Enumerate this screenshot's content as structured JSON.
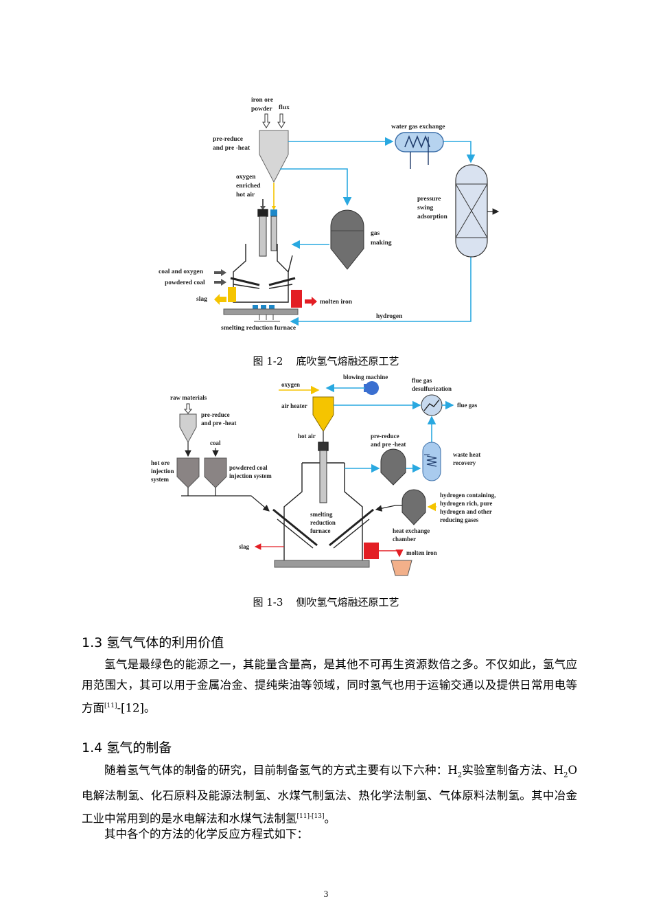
{
  "figure1": {
    "labels": {
      "iron_ore_1": "iron ore",
      "iron_ore_2": "powder",
      "flux": "flux",
      "pre_reduce_1": "pre-reduce",
      "pre_reduce_2": "and pre -heat",
      "water_gas_exchange": "water gas exchange",
      "oxygen_1": "oxygen",
      "oxygen_2": "enriched",
      "oxygen_3": "hot air",
      "pressure_1": "pressure",
      "pressure_2": "swing",
      "pressure_3": "adsorption",
      "gas_1": "gas",
      "gas_2": "making",
      "coal_and_oxygen": "coal and oxygen",
      "powdered_coal": "powdered coal",
      "slag": "slag",
      "molten_iron": "molten iron",
      "hydrogen": "hydrogen",
      "smelting_furnace": "smelting reduction furnace"
    },
    "caption_num": "图 1-2",
    "caption_text": "底吹氢气熔融还原工艺"
  },
  "figure2": {
    "labels": {
      "oxygen": "oxygen",
      "blowing_machine": "blowing machine",
      "flue_gas_desulf_1": "flue gas",
      "flue_gas_desulf_2": "desulfurization",
      "flue_gas": "flue gas",
      "air_heater": "air heater",
      "raw_materials": "raw materials",
      "pre_reduce_1": "pre-reduce",
      "pre_reduce_2": "and pre -heat",
      "coal": "coal",
      "hot_air": "hot air",
      "pre_reduce_b1": "pre-reduce",
      "pre_reduce_b2": "and pre -heat",
      "waste_heat_1": "waste heat",
      "waste_heat_2": "recovery",
      "hot_ore_1": "hot ore",
      "hot_ore_2": "injection",
      "hot_ore_3": "system",
      "powdered_coal_1": "powdered  coal",
      "powdered_coal_2": "injection system",
      "hydrogen_1": "hydrogen containing,",
      "hydrogen_2": "hydrogen rich, pure",
      "hydrogen_3": "hydrogen and other",
      "hydrogen_4": "reducing gases",
      "smelting_1": "smelting",
      "smelting_2": "reduction",
      "smelting_3": "furnace",
      "heat_exchange_1": "heat exchange",
      "heat_exchange_2": "chamber",
      "slag": "slag",
      "molten_iron": "molten iron"
    },
    "caption_num": "图 1-3",
    "caption_text": "侧吹氢气熔融还原工艺"
  },
  "section_1_3": {
    "heading": "1.3 氢气气体的利用价值",
    "para_main": "氢气是最绿色的能源之一，其能量含量高，是其他不可再生资源数倍之多。不仅如此，氢气应用范围大，其可以用于金属冶金、提纯柴油等领域，同时氢气也用于运输交通以及提供日常用电等方面",
    "para_sup": "[11]",
    "para_tail": "-[12]。"
  },
  "section_1_4": {
    "heading": "1.4 氢气的制备",
    "p1_a": "随着氢气气体的制备的研究，目前制备氢气的方式主要有以下六种：H",
    "p1_sub1": "2",
    "p1_b": "实验室制备方法、H",
    "p1_sub2": "2",
    "p1_c": "O 电解法制氢、化石原料及能源法制氢、水煤气制氢法、热化学法制氢、气体原料法制氢。其中冶金工业中常用到的是水电解法和水煤气法制氢",
    "p1_sup": "[11]-[13]",
    "p1_d": "。",
    "p2": "其中各个的方法的化学反应方程式如下："
  },
  "page_number": "3",
  "colors": {
    "cyan_line": "#29a8e0",
    "gray_fill": "#7f7f7f",
    "light_gray": "#c8c8c8",
    "red": "#e31e24",
    "yellow": "#f5c400",
    "blue_fill": "#a9cbee",
    "orange_vessel": "#f2b08a"
  }
}
